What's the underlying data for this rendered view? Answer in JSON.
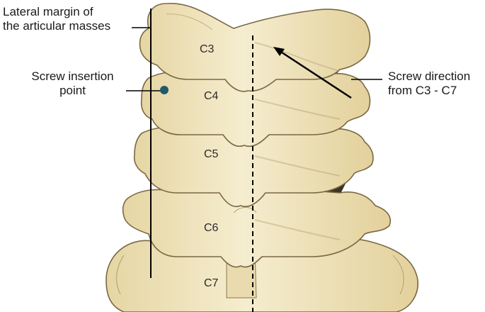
{
  "labels": {
    "lateral_margin": [
      "Lateral margin of",
      "the articular masses"
    ],
    "screw_insertion": [
      "Screw insertion",
      "point"
    ],
    "screw_direction": [
      "Screw direction",
      "from C3 - C7"
    ]
  },
  "vertebrae": [
    "C3",
    "C4",
    "C5",
    "C6",
    "C7"
  ],
  "colors": {
    "bone": "#eee2b6",
    "bone_light": "#f6efd3",
    "bone_shadow": "#cdb98a",
    "outline": "#6b5b3a",
    "marker_dot": "#1f5a6b",
    "line": "#000000"
  }
}
